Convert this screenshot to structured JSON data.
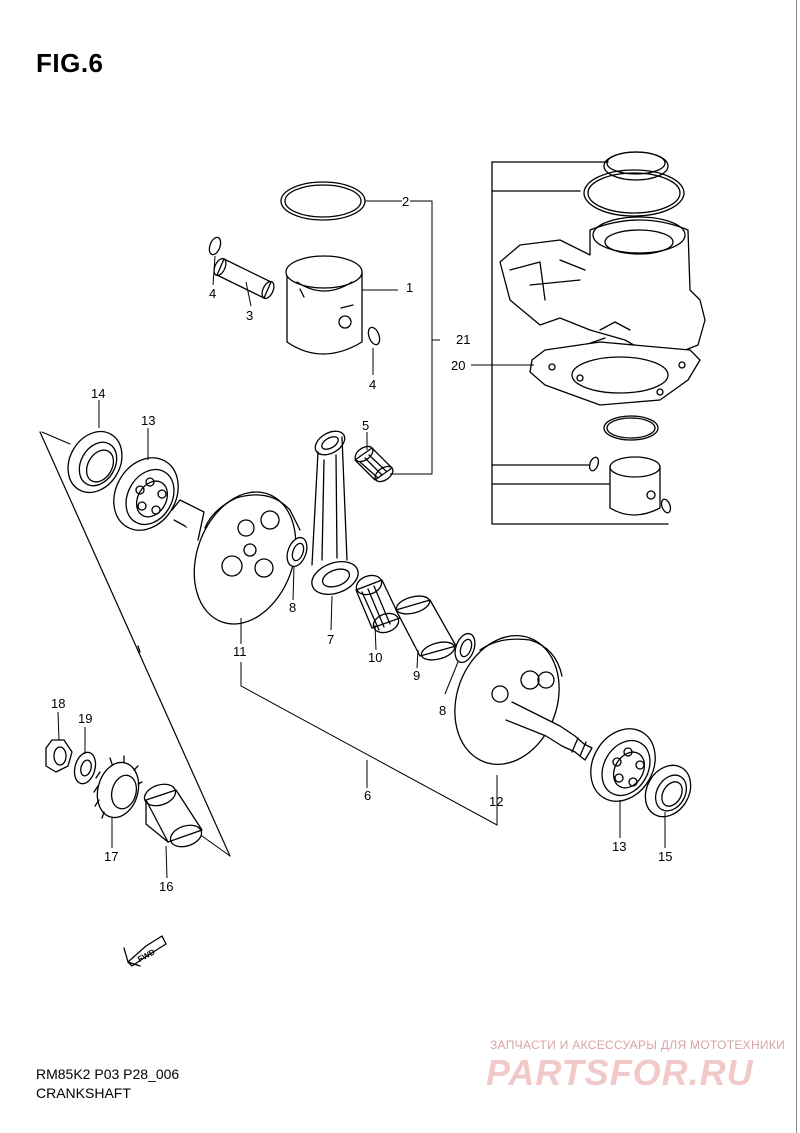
{
  "figure": {
    "title": "FIG.6",
    "code": "RM85K2 P03 P28_006",
    "caption": "CRANKSHAFT"
  },
  "labels": [
    "1",
    "2",
    "3",
    "4",
    "4",
    "5",
    "6",
    "7",
    "8",
    "8",
    "9",
    "10",
    "11",
    "12",
    "13",
    "13",
    "14",
    "15",
    "16",
    "17",
    "18",
    "19",
    "20",
    "21"
  ],
  "fwd_text": "FWD",
  "watermark": {
    "text": "ЗАПЧАСТИ И АКСЕССУАРЫ ДЛЯ МОТОТЕХНИКИ",
    "logo": "PARTSFOR.RU"
  }
}
